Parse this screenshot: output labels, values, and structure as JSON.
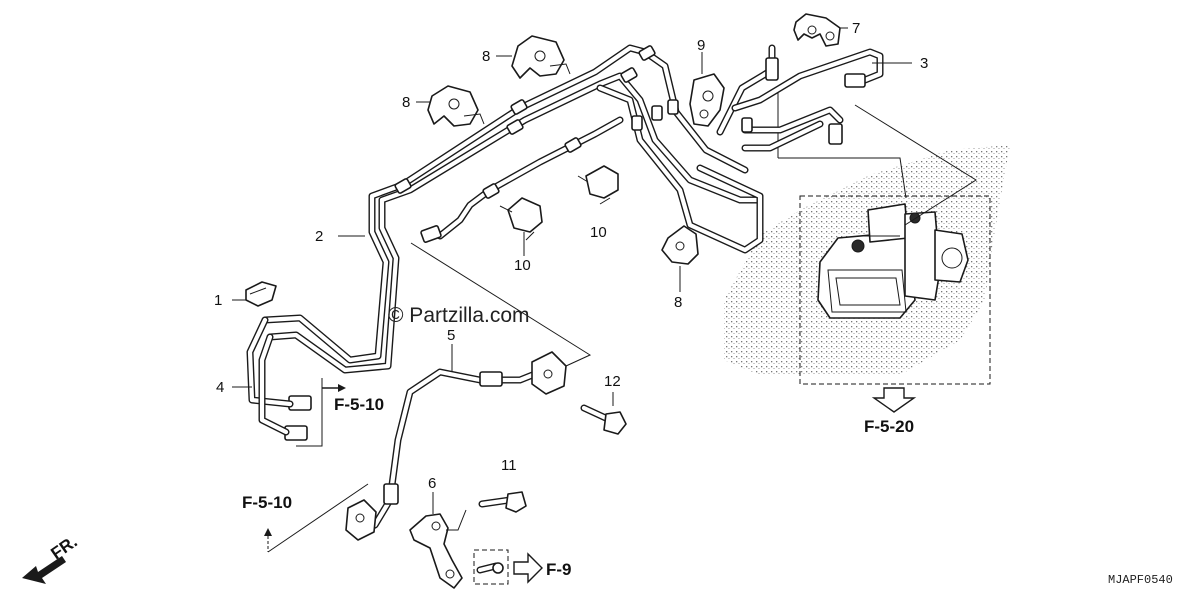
{
  "diagram": {
    "watermark": "© Partzilla.com",
    "drawing_code": "MJAPF0540",
    "direction_label": "FR.",
    "callouts": [
      "1",
      "2",
      "3",
      "4",
      "5",
      "6",
      "7",
      "8",
      "8",
      "8",
      "9",
      "10",
      "10",
      "11",
      "12"
    ],
    "references": [
      "F-5-10",
      "F-5-10",
      "F-5-20",
      "F-9"
    ]
  }
}
